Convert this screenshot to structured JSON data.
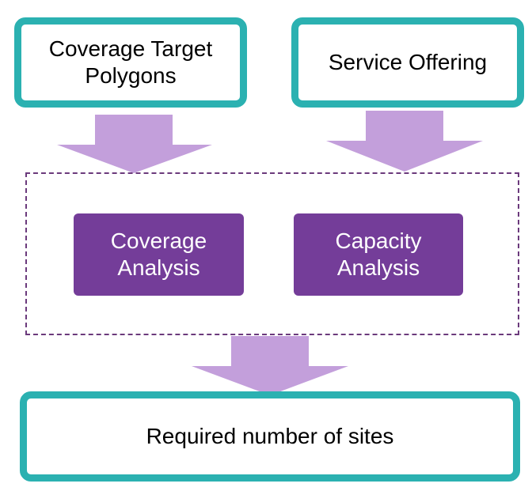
{
  "inputs": {
    "coverage_target": "Coverage Target\nPolygons",
    "service_offering": "Service Offering"
  },
  "analysis": {
    "coverage": "Coverage\nAnalysis",
    "capacity": "Capacity\nAnalysis"
  },
  "output": {
    "required_sites": "Required number of sites"
  },
  "colors": {
    "box_border": "#2bb1b1",
    "arrow_fill": "#c39fdb",
    "analysis_fill": "#743d99",
    "frame_border": "#6b3a7c"
  }
}
